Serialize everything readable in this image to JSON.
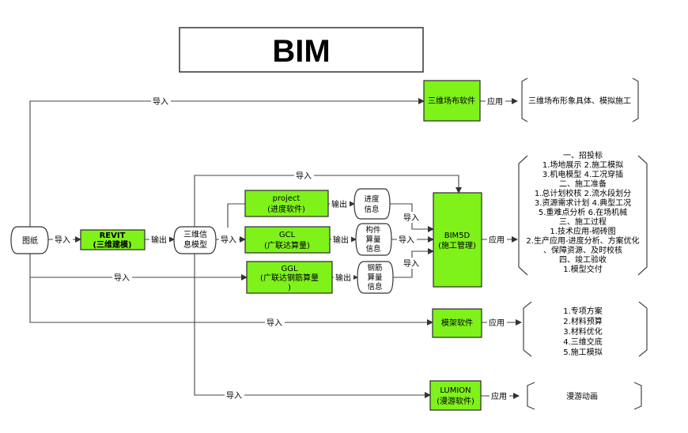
{
  "title": "BIM",
  "colors": {
    "node_fill": "#7ff21a",
    "line": "#444444"
  },
  "nodes": {
    "drawing": "图纸",
    "revit": [
      "REVIT",
      "(三维建模)"
    ],
    "model": [
      "三维信",
      "息模型"
    ],
    "project": [
      "project",
      "(进度软件)"
    ],
    "gcl": [
      "GCL",
      "(广联达算量)"
    ],
    "ggl": [
      "GGL",
      "(广联达钢筋算量",
      ")"
    ],
    "progress_info": [
      "进度",
      "信息"
    ],
    "component_info": [
      "构件",
      "算量",
      "信息"
    ],
    "rebar_info": [
      "钢筋",
      "算量",
      "信息"
    ],
    "site": "三维场布软件",
    "bim5d": [
      "BIM5D",
      "(施工管理)"
    ],
    "formwork": "模架软件",
    "lumion": [
      "LUMION",
      "(漫游软件)"
    ]
  },
  "edge_labels": {
    "import": "导入",
    "output": "输出",
    "apply": "应用"
  },
  "outputs": {
    "site": "三维场布形象具体、模拟施工",
    "bim5d": [
      "一、招投标",
      "1.场地展示 2.施工模拟",
      "3.机电模型 4.工况穿插",
      "二、施工准备",
      "1.总计划校核 2.流水段划分",
      "3.资源需求计划 4.典型工况",
      "5.重难点分析 6.在场机械",
      "三、施工过程",
      "1.技术应用-砌砖图",
      "2.生产应用-进度分析、方案优化",
      "、保障资源、及时校核",
      "四、竣工验收",
      "1.模型交付"
    ],
    "formwork": [
      "1.专项方案",
      "2.材料预算",
      "3.材料优化",
      "4.三维交底",
      "5.施工模拟"
    ],
    "lumion": "漫游动画"
  }
}
